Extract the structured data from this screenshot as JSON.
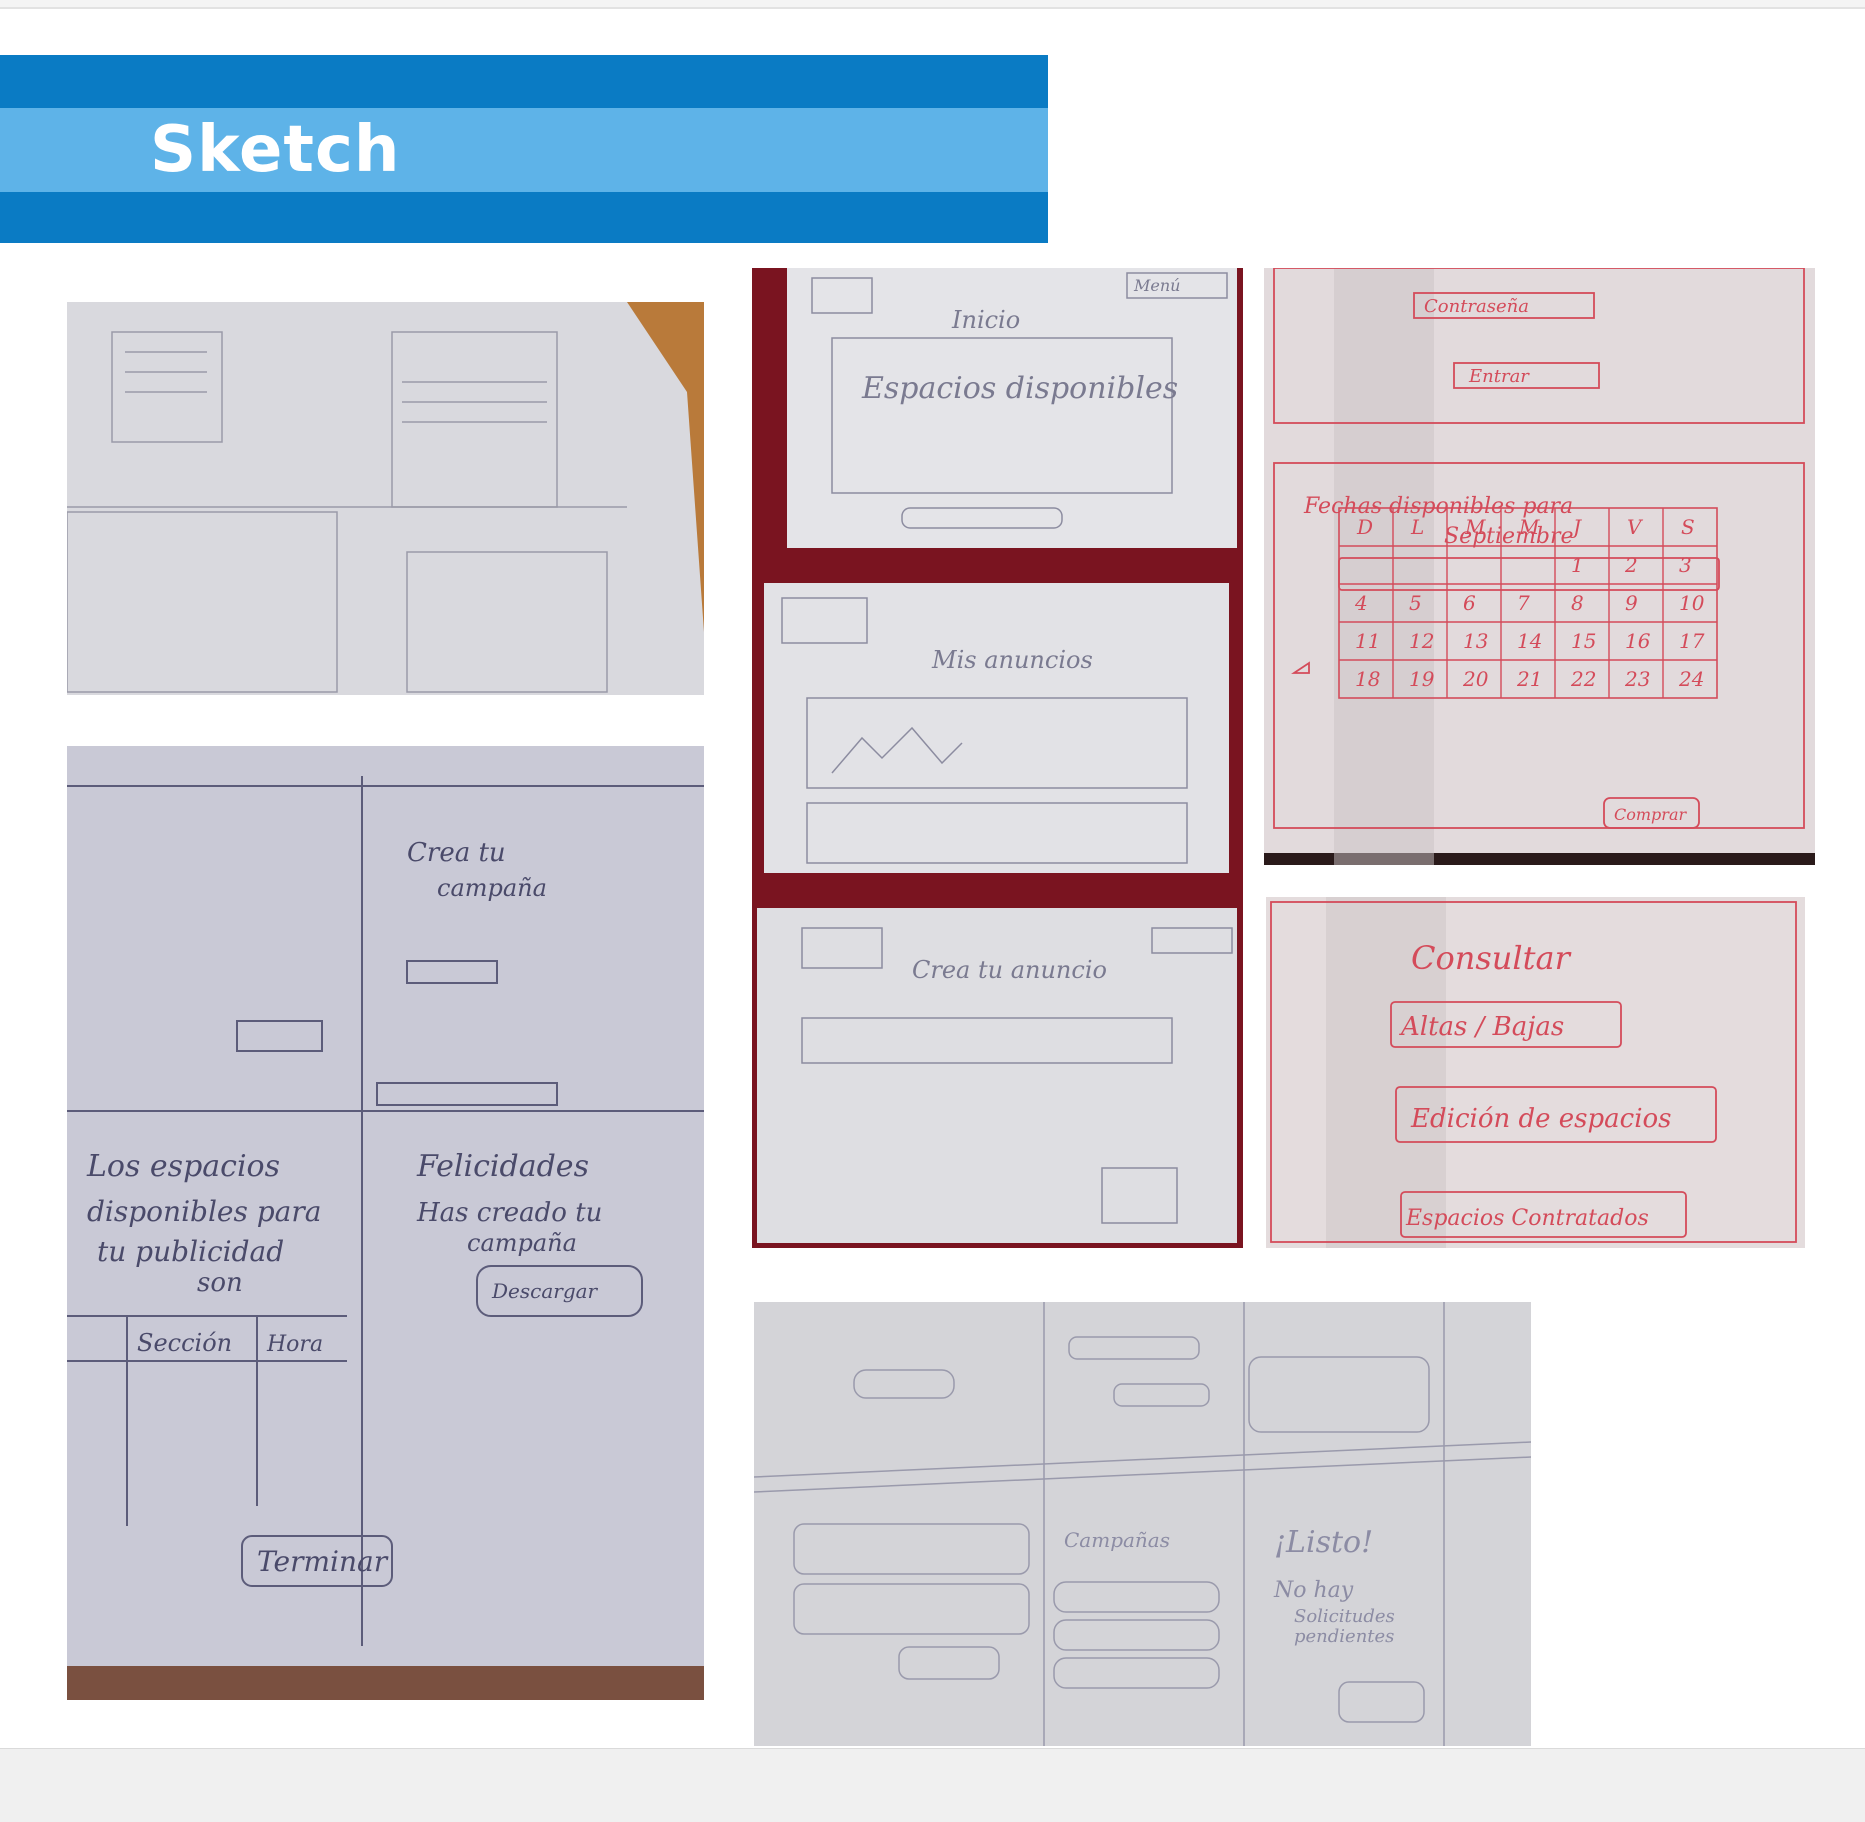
{
  "slide": {
    "title": "Sketch",
    "accent_dark": "#0a7bc4",
    "accent_light": "#5eb3e8"
  },
  "photos": [
    {
      "id": "photo-1",
      "description": "pencil wireframe sketch on grid paper"
    },
    {
      "id": "photo-2",
      "text": [
        "Los espacios",
        "disponibles para",
        "tu publicidad",
        "son",
        "Sección",
        "Hora",
        "Terminar",
        "Felicidades",
        "Has creado tu",
        "campaña",
        "Descargar",
        "Crea tu",
        "campaña"
      ]
    },
    {
      "id": "photo-3",
      "text": [
        "Inicio",
        "Espacios disponibles",
        "Mis anuncios",
        "Crea tu anuncio",
        "Menú"
      ]
    },
    {
      "id": "photo-4",
      "text": [
        "Contraseña",
        "Entrar",
        "Fechas disponibles para",
        "Septiembre",
        "D",
        "L",
        "M",
        "M",
        "J",
        "V",
        "S",
        "Comprar"
      ]
    },
    {
      "id": "photo-5",
      "text": [
        "Consultar",
        "Altas / Bajas",
        "Edición de espacios",
        "Espacios Contratados"
      ]
    },
    {
      "id": "photo-6",
      "text": [
        "¡Listo!",
        "No hay",
        "Solicitudes",
        "pendientes",
        "Campañas"
      ]
    }
  ],
  "calendar": {
    "days": [
      "D",
      "L",
      "M",
      "M",
      "J",
      "V",
      "S"
    ],
    "rows": [
      [
        "",
        "",
        "",
        "",
        "1",
        "2",
        "3"
      ],
      [
        "4",
        "5",
        "6",
        "7",
        "8",
        "9",
        "10"
      ],
      [
        "11",
        "12",
        "13",
        "14",
        "15",
        "16",
        "17"
      ],
      [
        "18",
        "19",
        "20",
        "21",
        "22",
        "23",
        "24"
      ]
    ]
  }
}
